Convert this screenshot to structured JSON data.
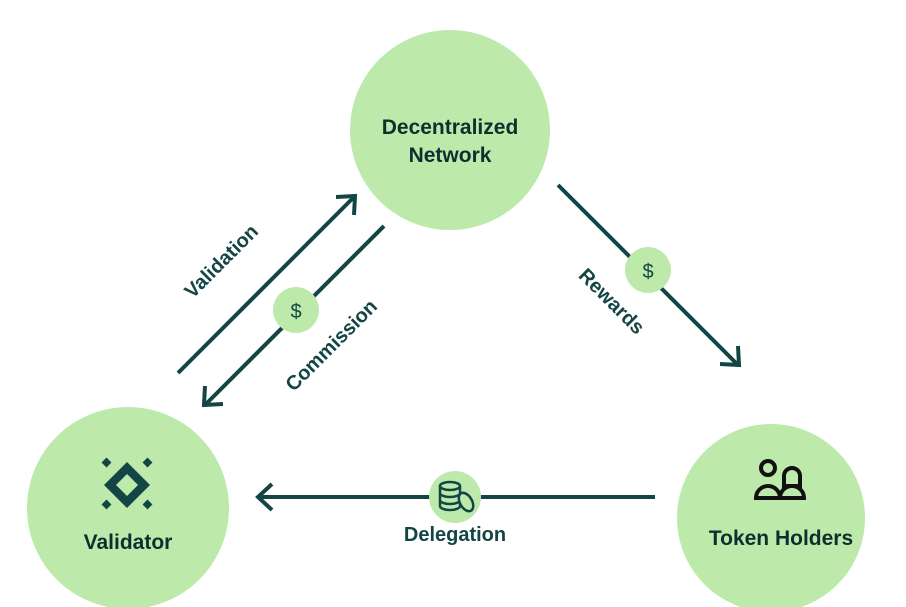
{
  "nodes": {
    "network": {
      "line1": "Decentralized",
      "line2": "Network"
    },
    "validator": {
      "label": "Validator",
      "icon": "validator-diamond-icon"
    },
    "holders": {
      "label": "Token Holders",
      "icon": "users-icon"
    }
  },
  "edges": {
    "validation": {
      "label": "Validation"
    },
    "commission": {
      "label": "Commission",
      "symbol": "$"
    },
    "rewards": {
      "label": "Rewards",
      "symbol": "$"
    },
    "delegation": {
      "label": "Delegation",
      "icon": "coins-icon"
    }
  },
  "colors": {
    "node": "#bdeaab",
    "ink": "#134545"
  }
}
